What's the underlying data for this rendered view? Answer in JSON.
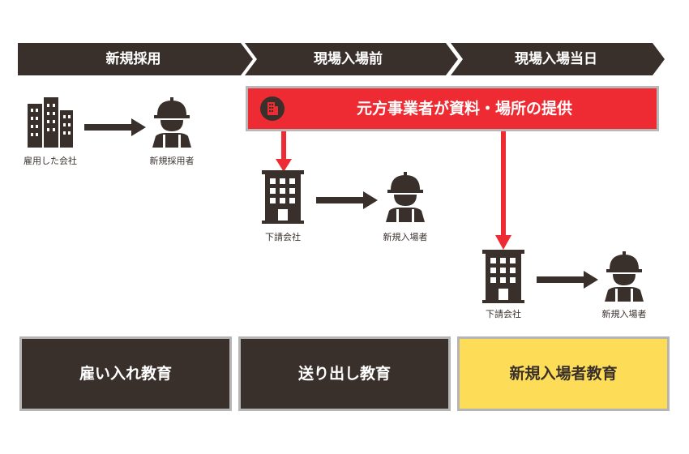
{
  "stages": [
    "新規採用",
    "現場入場前",
    "現場入場当日"
  ],
  "banner": {
    "text": "元方事業者が資料・場所の提供",
    "icon": "building-icon"
  },
  "flow": {
    "row1": {
      "company": "雇用した会社",
      "worker": "新規採用者"
    },
    "row2": {
      "company": "下請会社",
      "worker": "新規入場者"
    },
    "row3": {
      "company": "下請会社",
      "worker": "新規入場者"
    }
  },
  "education": [
    "雇い入れ教育",
    "送り出し教育",
    "新規入場者教育"
  ],
  "colors": {
    "dark": "#3a302b",
    "red": "#ee2b32",
    "yellow": "#fddc58",
    "border": "#b5b5b5"
  }
}
